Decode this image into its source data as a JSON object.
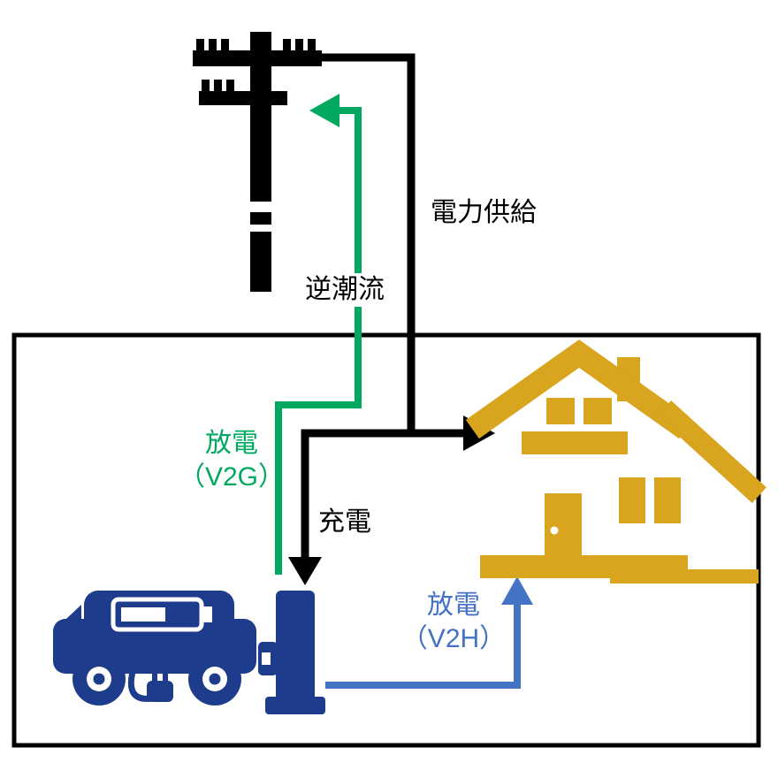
{
  "diagram": {
    "title_hint": "V2G / V2H power flow diagram",
    "labels": {
      "power_supply": "電力供給",
      "reverse_flow": "逆潮流",
      "discharge_v2g_line1": "放電",
      "discharge_v2g_line2": "（V2G）",
      "charge": "充電",
      "discharge_v2h_line1": "放電",
      "discharge_v2h_line2": "（V2H）"
    },
    "colors": {
      "black": "#000000",
      "green": "#00A95F",
      "blue": "#4472C4",
      "house_orange": "#D9A41E",
      "car_navy": "#1E3C8C",
      "background": "#FFFFFF"
    },
    "icons": {
      "utility_pole": "utility-pole-icon",
      "house": "house-icon",
      "ev_car": "ev-car-icon",
      "charging_station": "charging-station-icon"
    }
  }
}
